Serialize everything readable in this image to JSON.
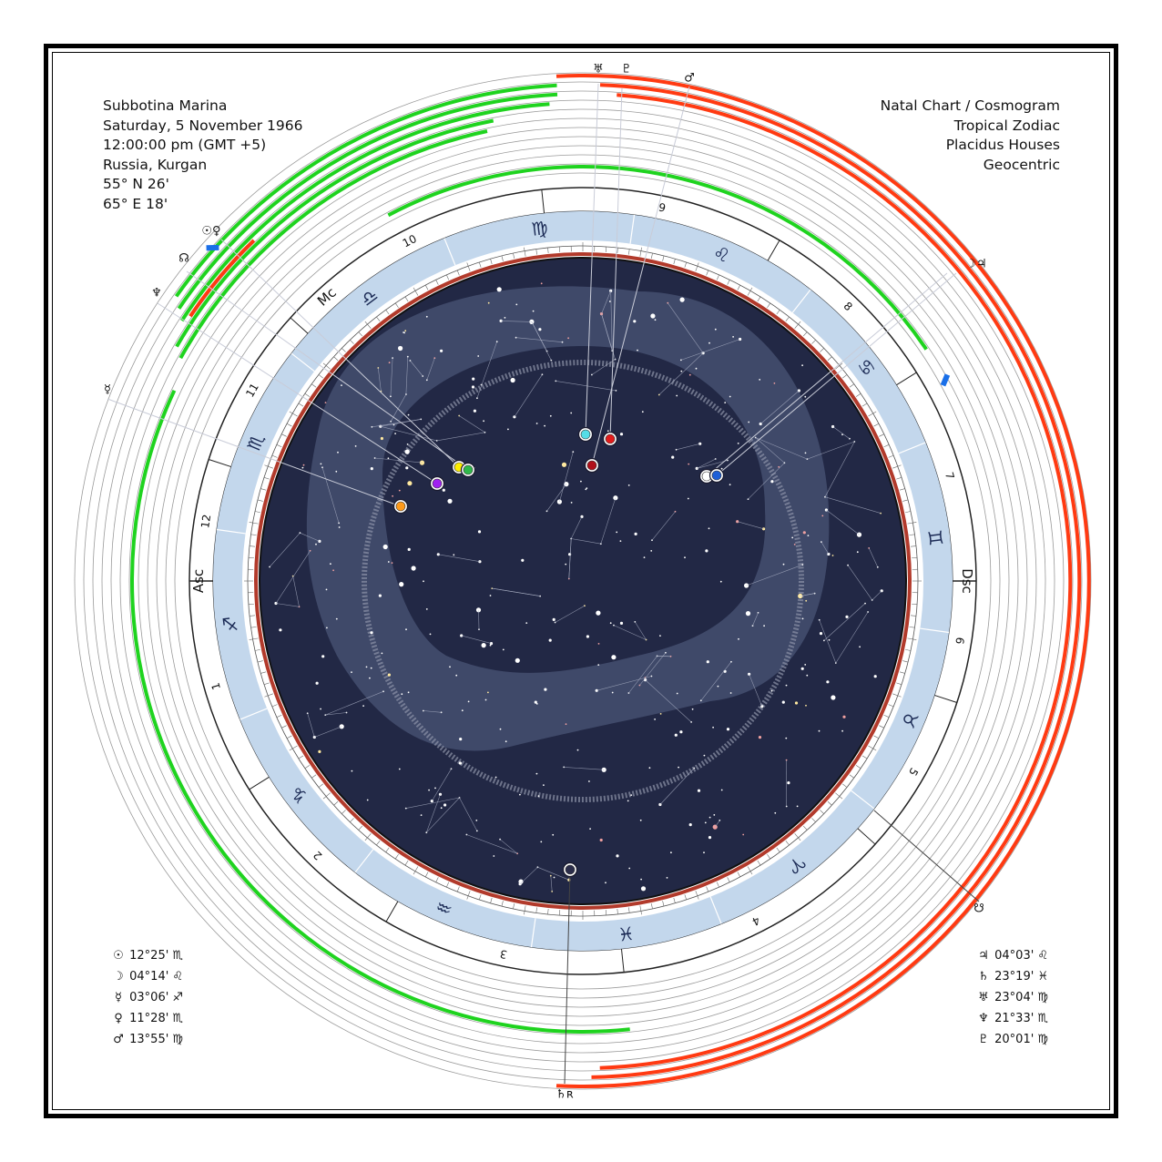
{
  "header_left": {
    "name": "Subbotina Marina",
    "date": "Saturday, 5 November 1966",
    "time": "12:00:00 pm (GMT +5)",
    "place": "Russia, Kurgan",
    "latitude": "55° N 26'",
    "longitude": "65° E 18'"
  },
  "header_right": {
    "chart_type": "Natal Chart / Cosmogram",
    "zodiac": "Tropical Zodiac",
    "houses": "Placidus Houses",
    "center": "Geocentric"
  },
  "positions_left": [
    {
      "glyph": "☉",
      "text": "12°25' ♏"
    },
    {
      "glyph": "☽",
      "text": "04°14' ♌"
    },
    {
      "glyph": "☿",
      "text": "03°06' ♐"
    },
    {
      "glyph": "♀",
      "text": "11°28' ♏"
    },
    {
      "glyph": "♂",
      "text": "13°55' ♍"
    }
  ],
  "positions_right": [
    {
      "glyph": "♃",
      "text": "04°03' ♌"
    },
    {
      "glyph": "♄",
      "text": "23°19' ♓"
    },
    {
      "glyph": "♅",
      "text": "23°04' ♍"
    },
    {
      "glyph": "♆",
      "text": "21°33' ♏"
    },
    {
      "glyph": "♇",
      "text": "20°01' ♍"
    }
  ],
  "wheel": {
    "angles": {
      "asc": "Asc",
      "dsc": "Dsc",
      "mc": "Mc"
    },
    "house_numbers": [
      "1",
      "2",
      "3",
      "4",
      "5",
      "6",
      "7",
      "8",
      "9",
      "10",
      "11",
      "12"
    ],
    "signs": [
      "♐",
      "♑",
      "♒",
      "♓",
      "♈",
      "♉",
      "♊",
      "♋",
      "♌",
      "♍",
      "♎",
      "♏"
    ],
    "outer_glyphs": [
      "♅",
      "♇",
      "♂",
      "☉♀",
      "☊",
      "♆",
      "☿",
      "☽♃",
      "☋",
      "♄ʀ"
    ]
  },
  "colors": {
    "sky": "#222845",
    "milky_way": "#4a5475",
    "zodiac_band": "#c3d7ec",
    "ring_red": "#b23a2b",
    "arc_green": "#1fd31f",
    "arc_red": "#ff3a12",
    "planet_sun": "#ffee00",
    "planet_moon": "#ffffff",
    "planet_mercury": "#ff9a1a",
    "planet_venus": "#a020f0",
    "planet_mars": "#e21c1c",
    "planet_jupiter": "#1e5fd8",
    "planet_saturn": "#2b2d4a",
    "planet_uranus": "#55dde8",
    "planet_neptune": "#2fb84a",
    "planet_pluto": "#b0101a"
  }
}
